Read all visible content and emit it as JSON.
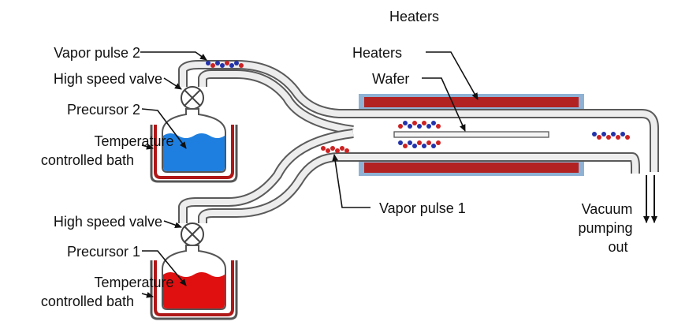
{
  "labels": {
    "top_heaters": "Heaters",
    "heaters": "Heaters",
    "wafer": "Wafer",
    "vapor_pulse_2": "Vapor pulse 2",
    "high_speed_valve_top": "High speed valve",
    "precursor_2": "Precursor 2",
    "temp_bath_top_line1": "Temperature",
    "temp_bath_top_line2": "controlled bath",
    "vapor_pulse_1": "Vapor pulse 1",
    "high_speed_valve_bottom": "High speed valve",
    "precursor_1": "Precursor 1",
    "temp_bath_bottom_line1": "Temperature",
    "temp_bath_bottom_line2": "controlled bath",
    "vacuum_line1": "Vacuum",
    "vacuum_line2": "pumping",
    "vacuum_line3": "out"
  },
  "colors": {
    "heater": "#b22222",
    "heater_frame": "#8fb2d4",
    "precursor_2_liquid": "#1e7fe0",
    "precursor_1_liquid": "#e01010",
    "bath_red": "#b01818",
    "tube_wall": "#5a5a5a",
    "molecule_red": "#cc2222",
    "molecule_blue": "#2233aa"
  }
}
